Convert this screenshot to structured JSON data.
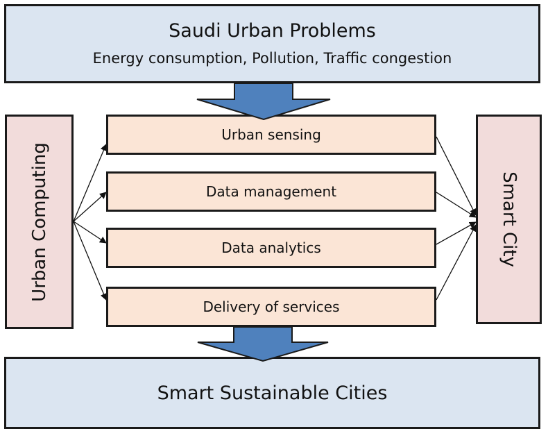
{
  "top": {
    "title": "Saudi Urban Problems",
    "subtitle": "Energy consumption, Pollution, Traffic congestion"
  },
  "left": {
    "label": "Urban Computing"
  },
  "right": {
    "label": "Smart City"
  },
  "steps": [
    {
      "label": "Urban sensing"
    },
    {
      "label": "Data management"
    },
    {
      "label": "Data analytics"
    },
    {
      "label": "Delivery of services"
    }
  ],
  "bottom": {
    "label": "Smart Sustainable Cities"
  },
  "colors": {
    "blue_box": "#dbe5f1",
    "step_box": "#fbe5d6",
    "side_box": "#f2dcdb",
    "arrow_fill": "#4f81bd",
    "border": "#1a1a1a"
  }
}
